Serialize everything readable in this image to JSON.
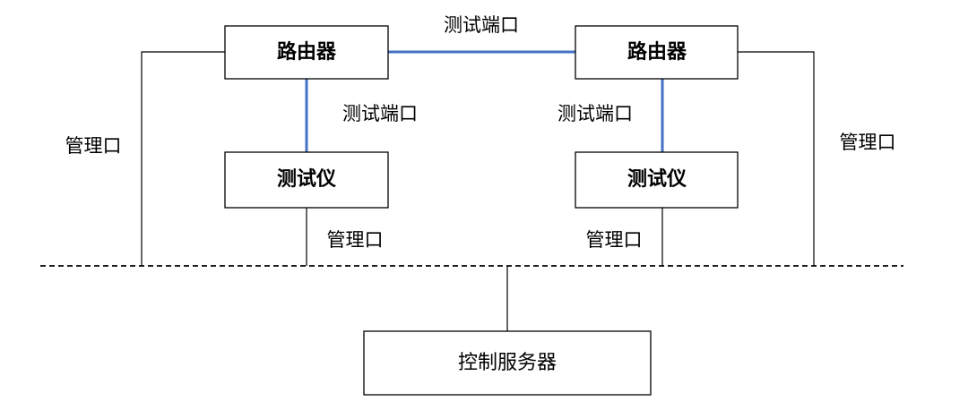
{
  "colors": {
    "test_link": "#4472C4",
    "management_link": "#000000",
    "box_border": "#000000"
  },
  "nodes": {
    "router_left": "路由器",
    "router_right": "路由器",
    "tester_left": "测试仪",
    "tester_right": "测试仪",
    "control_server": "控制服务器"
  },
  "labels": {
    "test_port_top": "测试端口",
    "test_port_left": "测试端口",
    "test_port_right": "测试端口",
    "mgmt_port_left_router": "管理口",
    "mgmt_port_right_router": "管理口",
    "mgmt_port_left_tester": "管理口",
    "mgmt_port_right_tester": "管理口"
  }
}
